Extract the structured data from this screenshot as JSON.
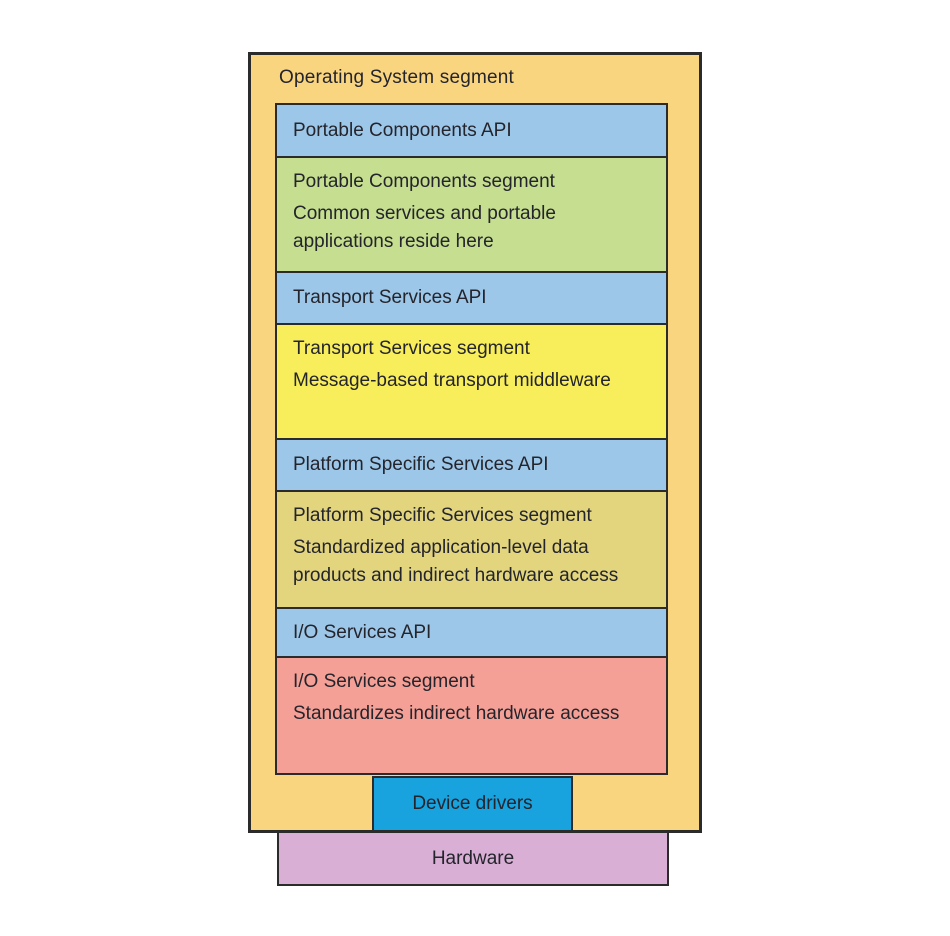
{
  "diagram": {
    "os_segment": {
      "title": "Operating System segment"
    },
    "layers": [
      {
        "kind": "api",
        "title": "Portable Components API"
      },
      {
        "kind": "segment",
        "title": "Portable Components segment",
        "body": [
          "Common services and portable",
          "applications reside here"
        ]
      },
      {
        "kind": "api",
        "title": "Transport Services API"
      },
      {
        "kind": "segment",
        "title": "Transport Services segment",
        "body": [
          "Message-based transport middleware"
        ]
      },
      {
        "kind": "api",
        "title": "Platform Specific Services API"
      },
      {
        "kind": "segment",
        "title": "Platform Specific Services segment",
        "body": [
          "Standardized application-level data",
          "products and indirect hardware access"
        ]
      },
      {
        "kind": "api",
        "title": "I/O Services API"
      },
      {
        "kind": "segment",
        "title": "I/O Services segment",
        "body": [
          "Standardizes indirect hardware access"
        ]
      }
    ],
    "device_drivers": {
      "label": "Device drivers"
    },
    "hardware": {
      "label": "Hardware"
    },
    "colors": {
      "os_background": "#FAD580",
      "api_background": "#9DC7E8",
      "portable_segment_background": "#C5DE8F",
      "transport_segment_background": "#F8EE5C",
      "platform_segment_background": "#E2D57E",
      "io_segment_background": "#F5A096",
      "device_drivers_background": "#18A2DE",
      "hardware_background": "#D9AFD5",
      "border": "#2B2B2B",
      "text": "#24242C"
    }
  }
}
